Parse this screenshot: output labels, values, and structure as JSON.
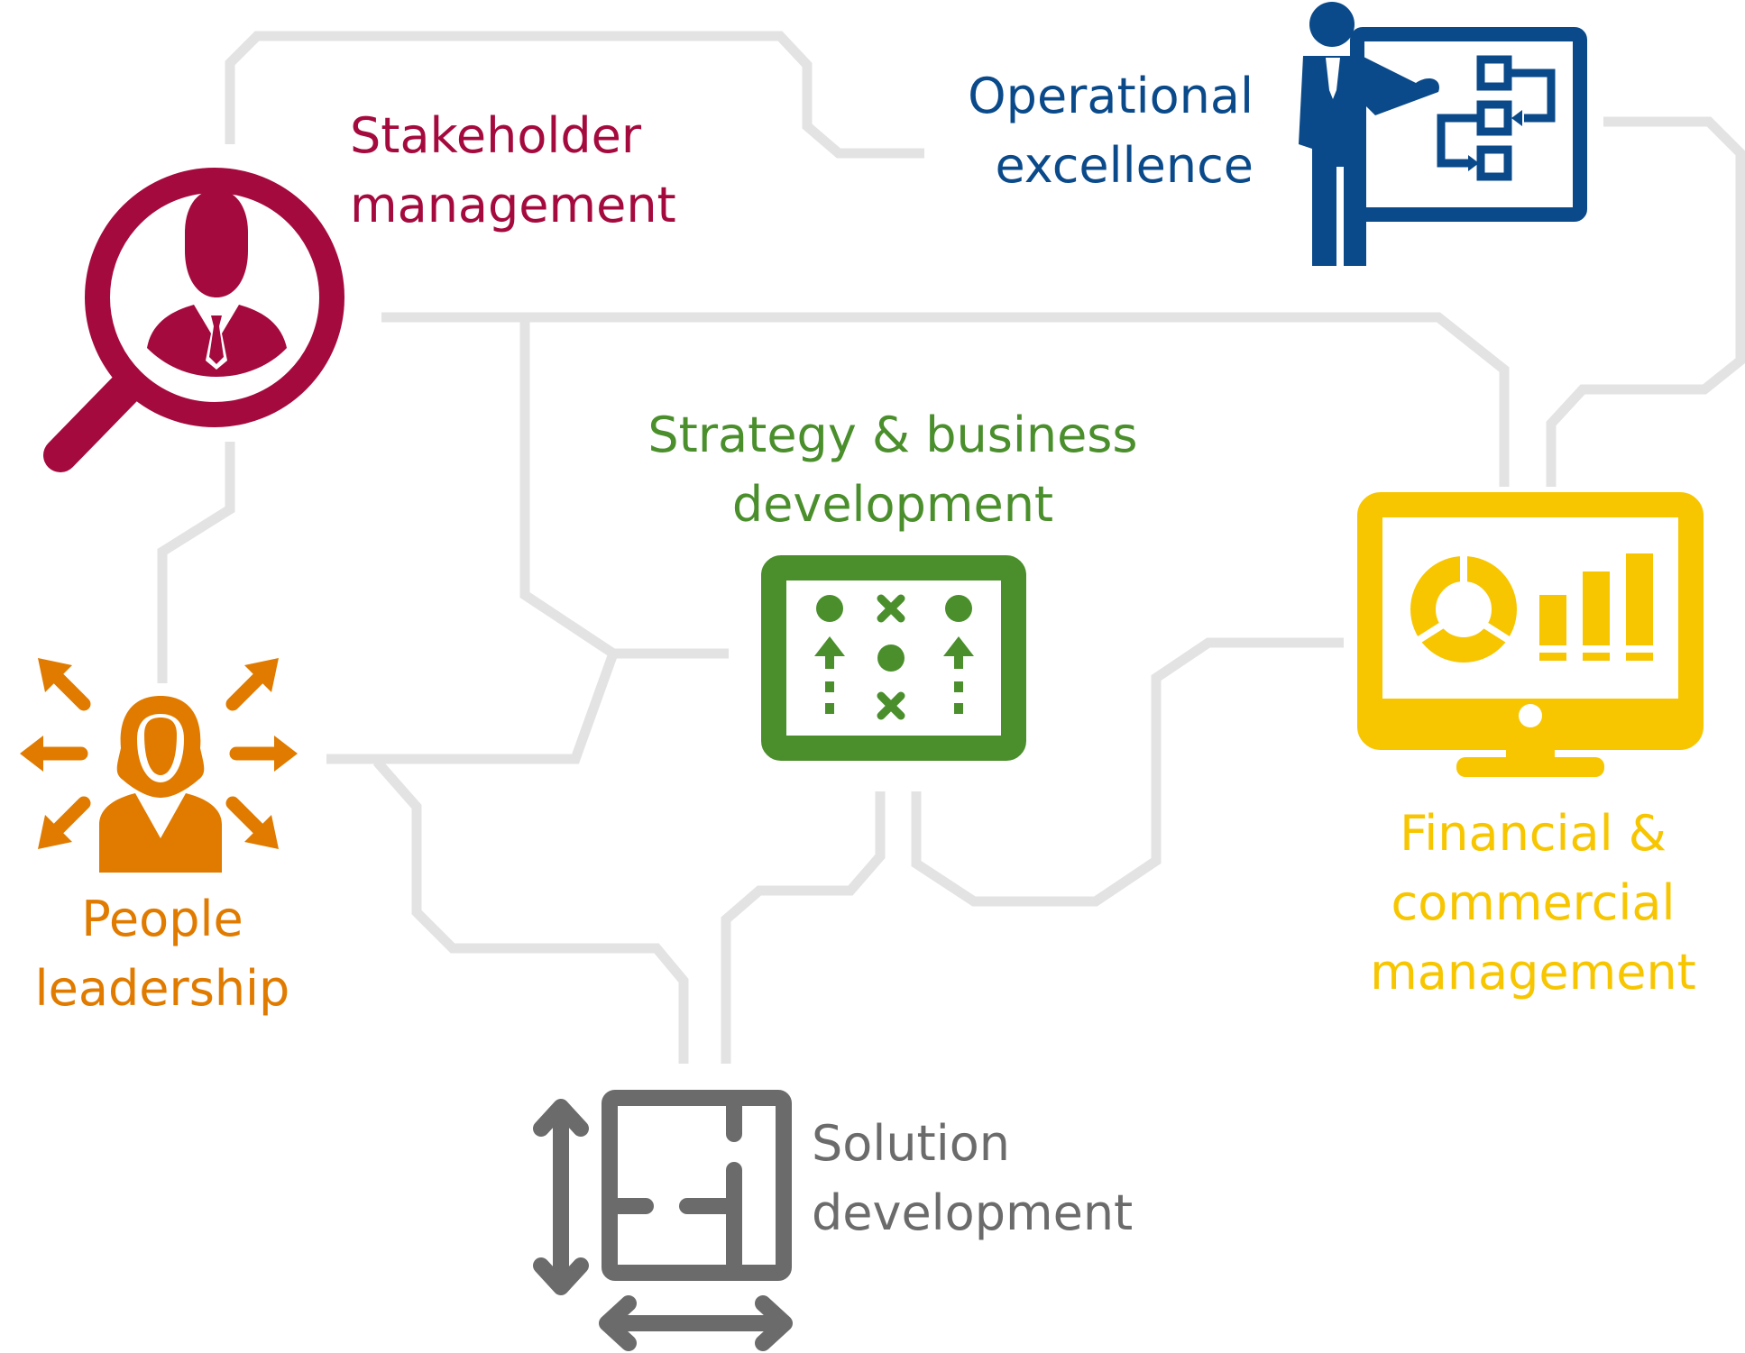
{
  "nodes": {
    "stakeholder": {
      "lines": [
        "Stakeholder",
        "management"
      ],
      "icon": "magnifier-person-icon",
      "color": "#A50A3E"
    },
    "operational": {
      "lines": [
        "Operational",
        "excellence"
      ],
      "icon": "presenter-flowchart-icon",
      "color": "#0A4A8A"
    },
    "strategy": {
      "lines": [
        "Strategy & business",
        "development"
      ],
      "icon": "playbook-board-icon",
      "color": "#4A8F2C"
    },
    "people": {
      "lines": [
        "People",
        "leadership"
      ],
      "icon": "leader-arrows-icon",
      "color": "#E07B00"
    },
    "financial": {
      "lines": [
        "Financial &",
        "commercial",
        "management"
      ],
      "icon": "monitor-dashboard-icon",
      "color": "#F7C600"
    },
    "solution": {
      "lines": [
        "Solution",
        "development"
      ],
      "icon": "floorplan-dimensions-icon",
      "color": "#6B6B6B"
    }
  },
  "connector_color": "#E3E3E3"
}
